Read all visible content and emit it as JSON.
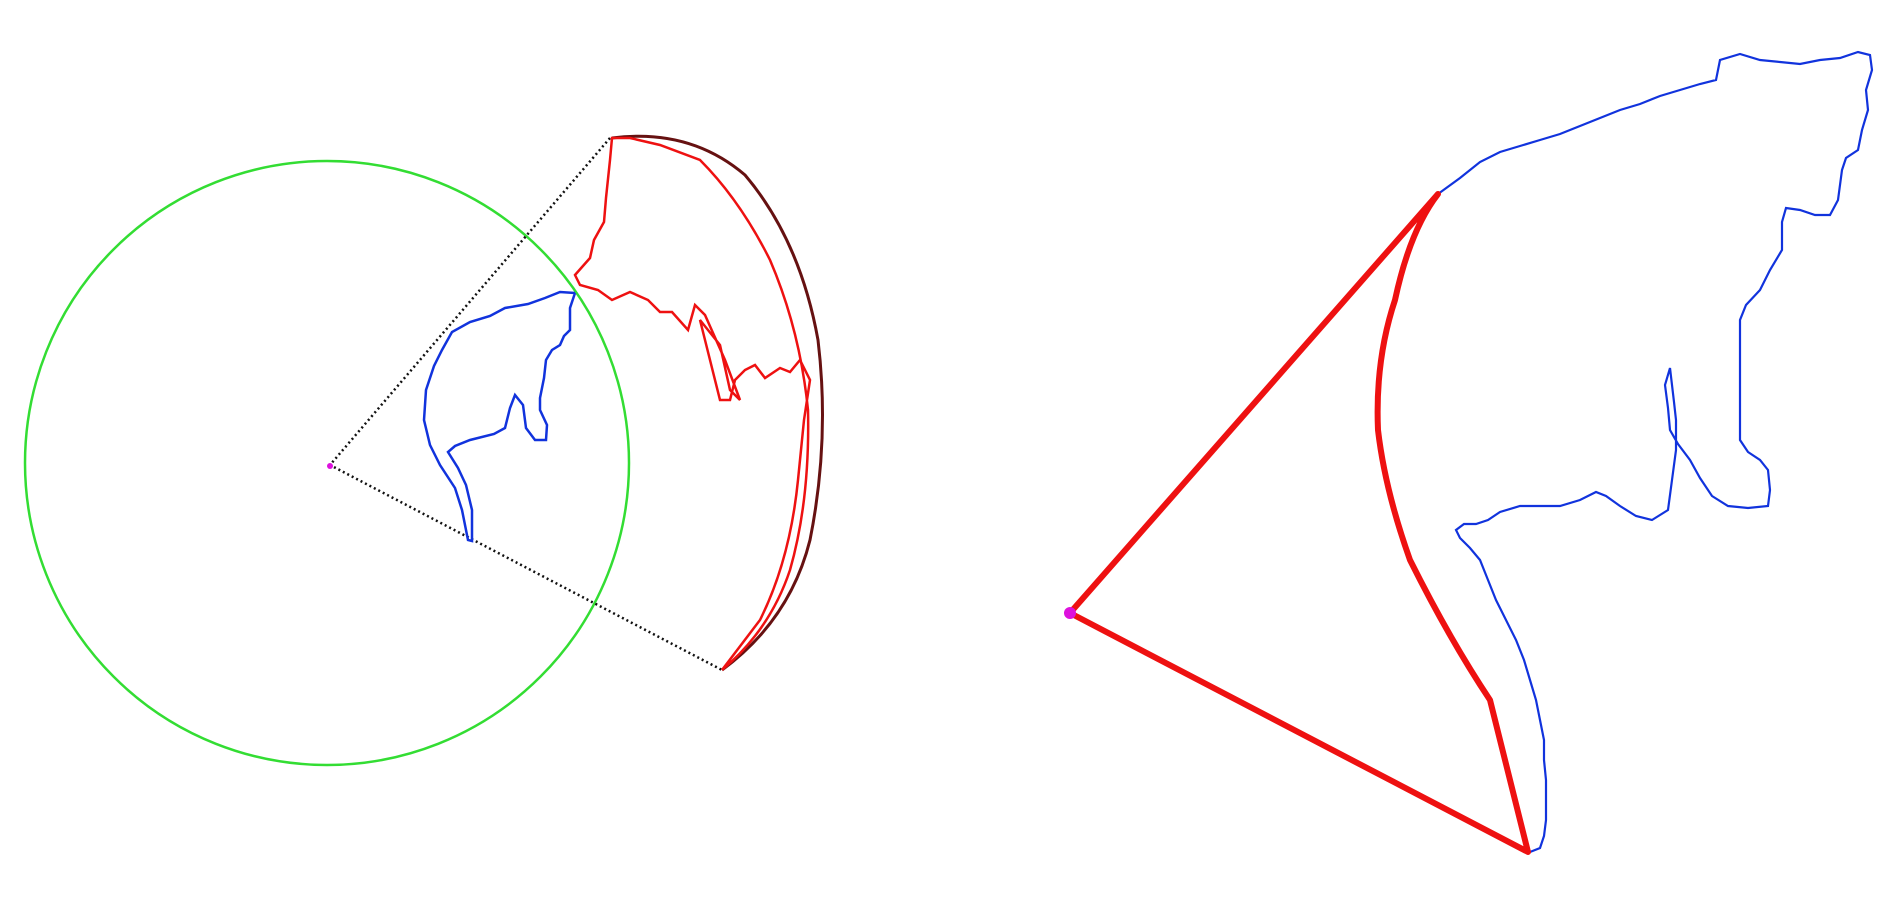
{
  "figure": {
    "panels": [
      {
        "name": "left-panel",
        "elements": [
          "circle",
          "dotted-wedge",
          "blue-contour",
          "red-contour",
          "pivot-point"
        ]
      },
      {
        "name": "right-panel",
        "elements": [
          "blue-contour",
          "red-triangle-outline",
          "pivot-point"
        ]
      }
    ]
  },
  "colors": {
    "circle": "#33dd33",
    "contour_blue": "#1133dd",
    "contour_red": "#ee1111",
    "wedge_black": "#111111",
    "pivot_magenta": "#dd11dd",
    "background": "#ffffff"
  }
}
